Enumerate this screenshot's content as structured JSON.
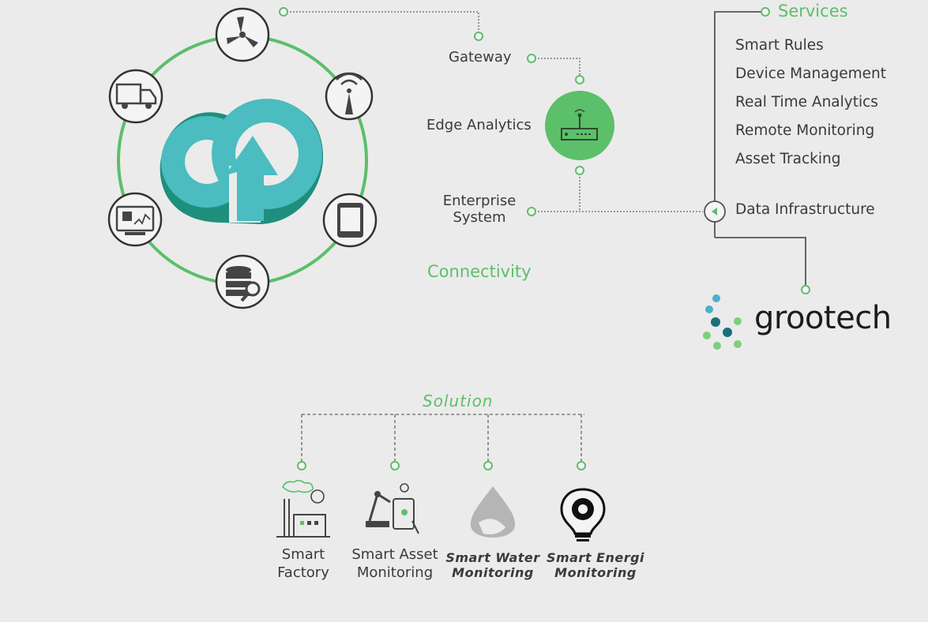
{
  "connectivity": {
    "title": "Connectivity",
    "gateway": "Gateway",
    "edge_analytics": "Edge Analytics",
    "enterprise_line1": "Enterprise",
    "enterprise_line2": "System"
  },
  "services": {
    "title": "Services",
    "items": [
      "Smart Rules",
      "Device Management",
      "Real Time Analytics",
      "Remote Monitoring",
      "Asset Tracking"
    ],
    "data_infrastructure": "Data Infrastructure"
  },
  "brand": {
    "name": "grootech"
  },
  "solution": {
    "title": "Solution",
    "items": [
      {
        "line1": "Smart",
        "line2": "Factory",
        "icon": "factory-icon"
      },
      {
        "line1": "Smart Asset",
        "line2": "Monitoring",
        "icon": "robot-arm-tablet-icon"
      },
      {
        "line1": "Smart Water",
        "line2": "Monitoring",
        "icon": "water-drop-icon"
      },
      {
        "line1": "Smart Energi",
        "line2": "Monitoring",
        "icon": "lightbulb-gear-icon"
      }
    ]
  },
  "hub_icons": [
    "wind-turbine-icon",
    "wifi-tower-icon",
    "tablet-icon",
    "database-search-icon",
    "monitor-chip-icon",
    "delivery-truck-icon"
  ],
  "colors": {
    "accent_green": "#5cbf6a",
    "teal": "#4bbcbf",
    "background": "#ebebeb"
  }
}
